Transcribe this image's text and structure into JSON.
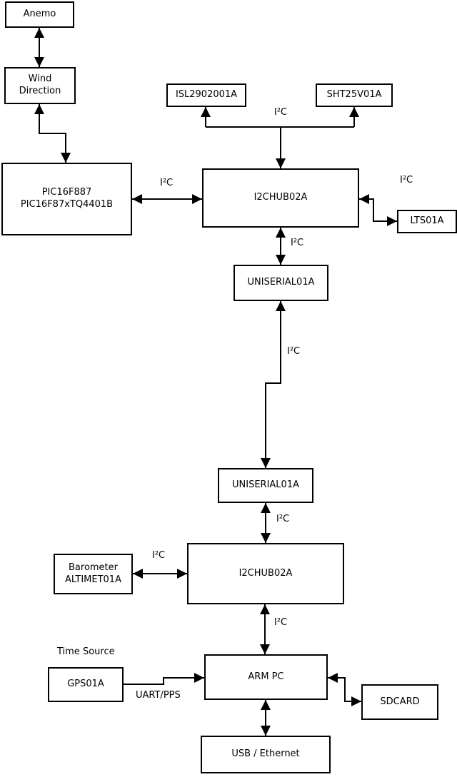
{
  "diagram": {
    "colors": {
      "background": "#ffffff",
      "line": "#000000",
      "box_fill": "#ffffff",
      "text": "#000000"
    },
    "nodes": {
      "anemo": {
        "label": "Anemo"
      },
      "wind_direction": {
        "line1": "Wind",
        "line2": "Direction"
      },
      "pic": {
        "line1": "PIC16F887",
        "line2": "PIC16F87xTQ4401B"
      },
      "isl": {
        "label": "ISL2902001A"
      },
      "sht": {
        "label": "SHT25V01A"
      },
      "hub1": {
        "label": "I2CHUB02A"
      },
      "lts": {
        "label": "LTS01A"
      },
      "uniserial1": {
        "label": "UNISERIAL01A"
      },
      "uniserial2": {
        "label": "UNISERIAL01A"
      },
      "hub2": {
        "label": "I2CHUB02A"
      },
      "barometer": {
        "line1": "Barometer",
        "line2": "ALTIMET01A"
      },
      "gps": {
        "label": "GPS01A"
      },
      "arm_pc": {
        "label": "ARM PC"
      },
      "sdcard": {
        "label": "SDCARD"
      },
      "usb_ethernet": {
        "label": "USB / Ethernet"
      }
    },
    "edge_labels": {
      "bus_top": "I²C",
      "pic_hub1": "I²C",
      "hub1_lts": "I²C",
      "hub1_uniserial1": "I²C",
      "uniserial1_uniserial2": "I²C",
      "uniserial2_hub2": "I²C",
      "barometer_hub2": "I²C",
      "hub2_armpc": "I²C",
      "gps_armpc": "UART/PPS",
      "time_source": "Time Source"
    }
  }
}
